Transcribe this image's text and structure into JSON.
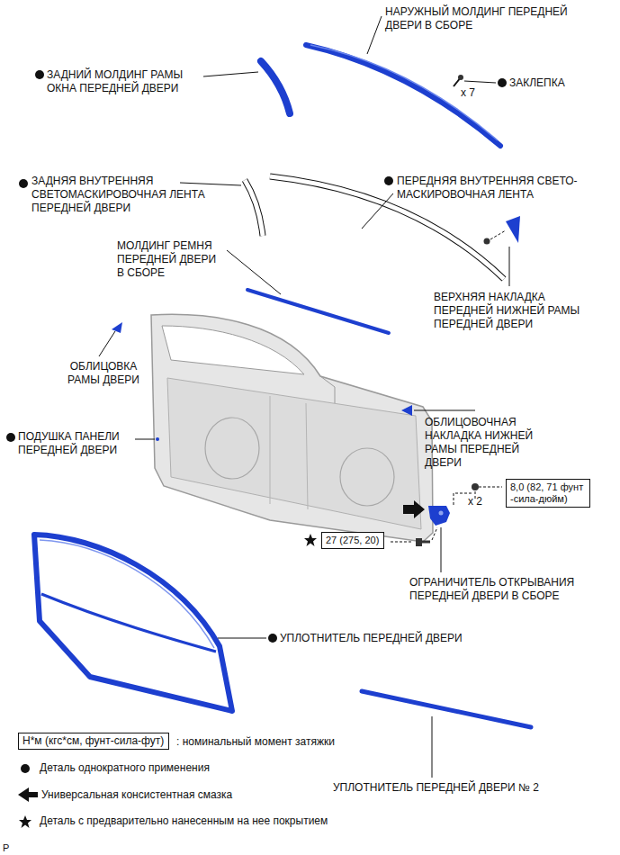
{
  "diagram": {
    "nodes": [
      {
        "text": [
          "8,0 (82, 71 фунт -сила-дюйм)"
        ]
      },
      {
        "text": [
          "27 (275, 20)"
        ]
      },
      {
        "text": [
          "Н*м (кгс*см, фунт-сила-фут)"
        ]
      }
    ],
    "edges": [],
    "labels": [
      "НАРУЖНЫЙ МОЛДИНГ ПЕРЕДНЕЙ ДВЕРИ В СБОРЕ",
      "ЗАДНИЙ МОЛДИНГ РАМЫ ОКНА ПЕРЕДНЕЙ ДВЕРИ",
      "ЗАКЛЕПКА",
      "x 7",
      "ЗАДНЯЯ ВНУТРЕННЯЯ СВЕТОМАСКИРОВОЧНАЯ ЛЕНТА ПЕРЕДНЕЙ ДВЕРИ",
      "ПЕРЕДНЯЯ ВНУТРЕННЯЯ СВЕТО- МАСКИРОВОЧНАЯ ЛЕНТА",
      "МОЛДИНГ РЕМНЯ ПЕРЕДНЕЙ ДВЕРИ В СБОРЕ",
      "ВЕРХНЯЯ НАКЛАДКА ПЕРЕДНЕЙ НИЖНЕЙ РАМЫ ПЕРЕДНЕЙ ДВЕРИ",
      "ОБЛИЦОВКА РАМЫ ДВЕРИ",
      "ОБЛИЦОВОЧНАЯ НАКЛАДКА НИЖНЕЙ РАМЫ ПЕРЕДНЕЙ ДВЕРИ",
      "ПОДУШКА ПАНЕЛИ ПЕРЕДНЕЙ ДВЕРИ",
      "x 2",
      "ОГРАНИЧИТЕЛЬ ОТКРЫВАНИЯ ПЕРЕДНЕЙ ДВЕРИ В СБОРЕ",
      "УПЛОТНИТЕЛЬ ПЕРЕДНЕЙ ДВЕРИ",
      "УПЛОТНИТЕЛЬ ПЕРЕДНЕЙ ДВЕРИ № 2",
      "P"
    ],
    "legend": [
      {
        "text": ": номинальный момент затяжки"
      },
      {
        "text": "Деталь однократного применения"
      },
      {
        "text": "Универсальная консистентная смазка"
      },
      {
        "text": "Деталь с предварительно нанесенным на нее покрытием"
      }
    ]
  }
}
